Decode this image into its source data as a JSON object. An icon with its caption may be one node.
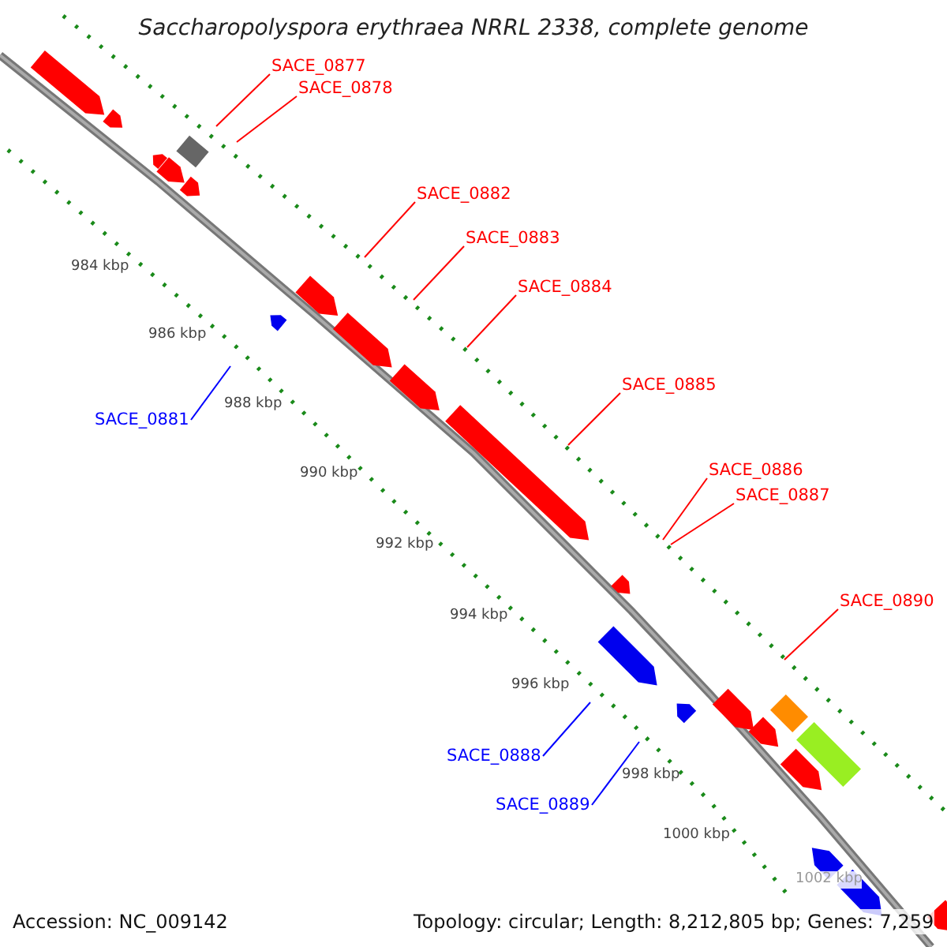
{
  "diagram": {
    "title": "Saccharopolyspora erythraea NRRL 2338, complete genome",
    "nodes": [
      {
        "text": [
          "SACE_0877"
        ]
      },
      {
        "text": [
          "SACE_0878"
        ]
      },
      {
        "text": [
          "SACE_0882"
        ]
      },
      {
        "text": [
          "SACE_0883"
        ]
      },
      {
        "text": [
          "SACE_0884"
        ]
      },
      {
        "text": [
          "SACE_0885"
        ]
      },
      {
        "text": [
          "SACE_0886"
        ]
      },
      {
        "text": [
          "SACE_0887"
        ]
      },
      {
        "text": [
          "SACE_0890"
        ]
      },
      {
        "text": [
          "SACE_0881"
        ]
      },
      {
        "text": [
          "SACE_0888"
        ]
      },
      {
        "text": [
          "SACE_0889"
        ]
      }
    ],
    "edges": [
      {
        "from": 0,
        "to": null,
        "arrow": "none"
      },
      {
        "from": 1,
        "to": null,
        "arrow": "none"
      },
      {
        "from": 2,
        "to": null,
        "arrow": "none"
      },
      {
        "from": 3,
        "to": null,
        "arrow": "none"
      },
      {
        "from": 4,
        "to": null,
        "arrow": "none"
      },
      {
        "from": 5,
        "to": null,
        "arrow": "none"
      },
      {
        "from": 6,
        "to": null,
        "arrow": "none"
      },
      {
        "from": 7,
        "to": null,
        "arrow": "none"
      },
      {
        "from": 8,
        "to": null,
        "arrow": "none"
      },
      {
        "from": 9,
        "to": null,
        "arrow": "none",
        "color": "#0000ff"
      },
      {
        "from": 10,
        "to": null,
        "arrow": "none",
        "color": "#0000ff"
      },
      {
        "from": 11,
        "to": null,
        "arrow": "none",
        "color": "#0000ff"
      }
    ],
    "labels": [
      "984 kbp",
      "986 kbp",
      "988 kbp",
      "990 kbp",
      "992 kbp",
      "994 kbp",
      "996 kbp",
      "998 kbp",
      "1000 kbp",
      "1002 kbp",
      "Accession: NC_009142",
      "Topology: circular; Length: 8,212,805 bp; Genes: 7,259"
    ]
  }
}
